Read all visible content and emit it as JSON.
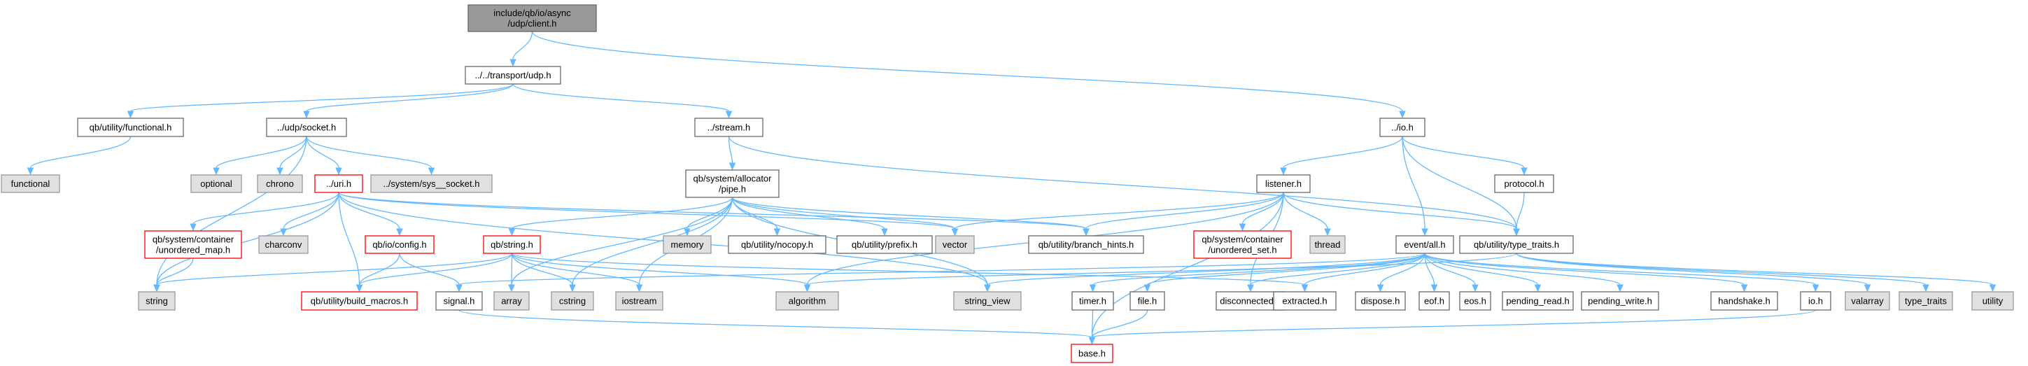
{
  "colors": {
    "edge": "#63b8ff",
    "root_fill": "#999999",
    "system_fill": "#e0e0e0",
    "system_stroke": "#999999",
    "file_stroke": "#666666",
    "missing_stroke": "#ff0000"
  },
  "nodes": [
    {
      "id": "client",
      "lines": [
        "include/qb/io/async",
        "/udp/client.h"
      ],
      "kind": "root"
    },
    {
      "id": "transport",
      "lines": [
        "../../transport/udp.h"
      ],
      "kind": "file"
    },
    {
      "id": "io",
      "lines": [
        "../io.h"
      ],
      "kind": "file"
    },
    {
      "id": "functional_h",
      "lines": [
        "qb/utility/functional.h"
      ],
      "kind": "file"
    },
    {
      "id": "udpsocket",
      "lines": [
        "../udp/socket.h"
      ],
      "kind": "file"
    },
    {
      "id": "stream",
      "lines": [
        "../stream.h"
      ],
      "kind": "file"
    },
    {
      "id": "functional",
      "lines": [
        "functional"
      ],
      "kind": "system"
    },
    {
      "id": "optional",
      "lines": [
        "optional"
      ],
      "kind": "system"
    },
    {
      "id": "chrono",
      "lines": [
        "chrono"
      ],
      "kind": "system"
    },
    {
      "id": "uri",
      "lines": [
        "../uri.h"
      ],
      "kind": "missing"
    },
    {
      "id": "syssocket",
      "lines": [
        "../system/sys__socket.h"
      ],
      "kind": "system"
    },
    {
      "id": "pipe",
      "lines": [
        "qb/system/allocator",
        "/pipe.h"
      ],
      "kind": "file"
    },
    {
      "id": "listener",
      "lines": [
        "listener.h"
      ],
      "kind": "file"
    },
    {
      "id": "protocol",
      "lines": [
        "protocol.h"
      ],
      "kind": "file"
    },
    {
      "id": "umap",
      "lines": [
        "qb/system/container",
        "/unordered_map.h"
      ],
      "kind": "missing"
    },
    {
      "id": "charconv",
      "lines": [
        "charconv"
      ],
      "kind": "system"
    },
    {
      "id": "config",
      "lines": [
        "qb/io/config.h"
      ],
      "kind": "missing"
    },
    {
      "id": "qbstring",
      "lines": [
        "qb/string.h"
      ],
      "kind": "missing"
    },
    {
      "id": "memory",
      "lines": [
        "memory"
      ],
      "kind": "system"
    },
    {
      "id": "nocopy",
      "lines": [
        "qb/utility/nocopy.h"
      ],
      "kind": "file"
    },
    {
      "id": "prefix",
      "lines": [
        "qb/utility/prefix.h"
      ],
      "kind": "file"
    },
    {
      "id": "vector",
      "lines": [
        "vector"
      ],
      "kind": "system"
    },
    {
      "id": "hints",
      "lines": [
        "qb/utility/branch_hints.h"
      ],
      "kind": "file"
    },
    {
      "id": "uset",
      "lines": [
        "qb/system/container",
        "/unordered_set.h"
      ],
      "kind": "missing"
    },
    {
      "id": "thread",
      "lines": [
        "thread"
      ],
      "kind": "system"
    },
    {
      "id": "eventall",
      "lines": [
        "event/all.h"
      ],
      "kind": "file"
    },
    {
      "id": "typetraits_h",
      "lines": [
        "qb/utility/type_traits.h"
      ],
      "kind": "file"
    },
    {
      "id": "string",
      "lines": [
        "string"
      ],
      "kind": "system"
    },
    {
      "id": "buildmacros",
      "lines": [
        "qb/utility/build_macros.h"
      ],
      "kind": "missing"
    },
    {
      "id": "signal",
      "lines": [
        "signal.h"
      ],
      "kind": "file"
    },
    {
      "id": "array",
      "lines": [
        "array"
      ],
      "kind": "system"
    },
    {
      "id": "cstring",
      "lines": [
        "cstring"
      ],
      "kind": "system"
    },
    {
      "id": "iostream",
      "lines": [
        "iostream"
      ],
      "kind": "system"
    },
    {
      "id": "algorithm",
      "lines": [
        "algorithm"
      ],
      "kind": "system"
    },
    {
      "id": "stringview",
      "lines": [
        "string_view"
      ],
      "kind": "system"
    },
    {
      "id": "timer",
      "lines": [
        "timer.h"
      ],
      "kind": "file"
    },
    {
      "id": "file",
      "lines": [
        "file.h"
      ],
      "kind": "file"
    },
    {
      "id": "disconnected",
      "lines": [
        "disconnected.h"
      ],
      "kind": "file"
    },
    {
      "id": "extracted",
      "lines": [
        "extracted.h"
      ],
      "kind": "file"
    },
    {
      "id": "dispose",
      "lines": [
        "dispose.h"
      ],
      "kind": "file"
    },
    {
      "id": "eof",
      "lines": [
        "eof.h"
      ],
      "kind": "file"
    },
    {
      "id": "eos",
      "lines": [
        "eos.h"
      ],
      "kind": "file"
    },
    {
      "id": "pendingread",
      "lines": [
        "pending_read.h"
      ],
      "kind": "file"
    },
    {
      "id": "pendingwrite",
      "lines": [
        "pending_write.h"
      ],
      "kind": "file"
    },
    {
      "id": "handshake",
      "lines": [
        "handshake.h"
      ],
      "kind": "file"
    },
    {
      "id": "ioh",
      "lines": [
        "io.h"
      ],
      "kind": "file"
    },
    {
      "id": "valarray",
      "lines": [
        "valarray"
      ],
      "kind": "system"
    },
    {
      "id": "typetraits",
      "lines": [
        "type_traits"
      ],
      "kind": "system"
    },
    {
      "id": "utility",
      "lines": [
        "utility"
      ],
      "kind": "system"
    },
    {
      "id": "base",
      "lines": [
        "base.h"
      ],
      "kind": "missing"
    }
  ],
  "edges": [
    [
      "client",
      "transport"
    ],
    [
      "client",
      "io"
    ],
    [
      "transport",
      "functional_h"
    ],
    [
      "transport",
      "udpsocket"
    ],
    [
      "transport",
      "stream"
    ],
    [
      "functional_h",
      "functional"
    ],
    [
      "udpsocket",
      "optional"
    ],
    [
      "udpsocket",
      "chrono"
    ],
    [
      "udpsocket",
      "uri"
    ],
    [
      "udpsocket",
      "syssocket"
    ],
    [
      "udpsocket",
      "string"
    ],
    [
      "uri",
      "umap"
    ],
    [
      "uri",
      "charconv"
    ],
    [
      "uri",
      "config"
    ],
    [
      "uri",
      "buildmacros"
    ],
    [
      "uri",
      "string"
    ],
    [
      "uri",
      "stringview"
    ],
    [
      "uri",
      "vector"
    ],
    [
      "uri",
      "hints"
    ],
    [
      "umap",
      "string"
    ],
    [
      "config",
      "buildmacros"
    ],
    [
      "config",
      "signal"
    ],
    [
      "signal",
      "base"
    ],
    [
      "stream",
      "pipe"
    ],
    [
      "stream",
      "typetraits_h"
    ],
    [
      "pipe",
      "memory"
    ],
    [
      "pipe",
      "nocopy"
    ],
    [
      "pipe",
      "prefix"
    ],
    [
      "pipe",
      "vector"
    ],
    [
      "pipe",
      "hints"
    ],
    [
      "pipe",
      "qbstring"
    ],
    [
      "pipe",
      "array"
    ],
    [
      "pipe",
      "cstring"
    ],
    [
      "pipe",
      "iostream"
    ],
    [
      "pipe",
      "stringview"
    ],
    [
      "qbstring",
      "string"
    ],
    [
      "qbstring",
      "buildmacros"
    ],
    [
      "qbstring",
      "array"
    ],
    [
      "qbstring",
      "cstring"
    ],
    [
      "qbstring",
      "iostream"
    ],
    [
      "qbstring",
      "algorithm"
    ],
    [
      "qbstring",
      "extracted"
    ],
    [
      "io",
      "listener"
    ],
    [
      "io",
      "protocol"
    ],
    [
      "io",
      "eventall"
    ],
    [
      "io",
      "typetraits_h"
    ],
    [
      "protocol",
      "typetraits_h"
    ],
    [
      "listener",
      "vector"
    ],
    [
      "listener",
      "hints"
    ],
    [
      "listener",
      "uset"
    ],
    [
      "listener",
      "thread"
    ],
    [
      "listener",
      "typetraits_h"
    ],
    [
      "listener",
      "base"
    ],
    [
      "listener",
      "disconnected"
    ],
    [
      "listener",
      "algorithm"
    ],
    [
      "eventall",
      "signal"
    ],
    [
      "eventall",
      "stringview"
    ],
    [
      "eventall",
      "timer"
    ],
    [
      "eventall",
      "file"
    ],
    [
      "eventall",
      "disconnected"
    ],
    [
      "eventall",
      "extracted"
    ],
    [
      "eventall",
      "dispose"
    ],
    [
      "eventall",
      "eof"
    ],
    [
      "eventall",
      "eos"
    ],
    [
      "eventall",
      "pendingread"
    ],
    [
      "eventall",
      "pendingwrite"
    ],
    [
      "eventall",
      "handshake"
    ],
    [
      "eventall",
      "ioh"
    ],
    [
      "typetraits_h",
      "algorithm"
    ],
    [
      "typetraits_h",
      "valarray"
    ],
    [
      "typetraits_h",
      "typetraits"
    ],
    [
      "typetraits_h",
      "utility"
    ],
    [
      "timer",
      "base"
    ],
    [
      "file",
      "base"
    ],
    [
      "ioh",
      "base"
    ]
  ]
}
